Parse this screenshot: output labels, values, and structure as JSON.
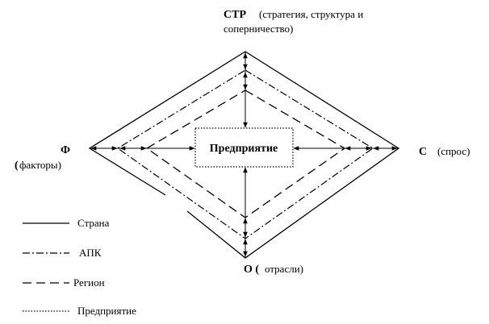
{
  "vertices": {
    "top": {
      "code": "СТР",
      "desc": "(стратегия, структура и",
      "desc2": "соперничество)"
    },
    "left": {
      "code": "Ф",
      "desc_open": "(",
      "desc": "факторы)"
    },
    "right": {
      "code": "С",
      "desc": "(спрос)"
    },
    "bottom": {
      "code": "О (",
      "desc": "отрасли)"
    }
  },
  "center_box": {
    "label": "Предприятие"
  },
  "legend": [
    {
      "style": "solid",
      "label": "Страна"
    },
    {
      "style": "dashdot",
      "label": "АПК"
    },
    {
      "style": "dashed",
      "label": "Регион"
    },
    {
      "style": "dotted",
      "label": "Предприятие"
    }
  ]
}
